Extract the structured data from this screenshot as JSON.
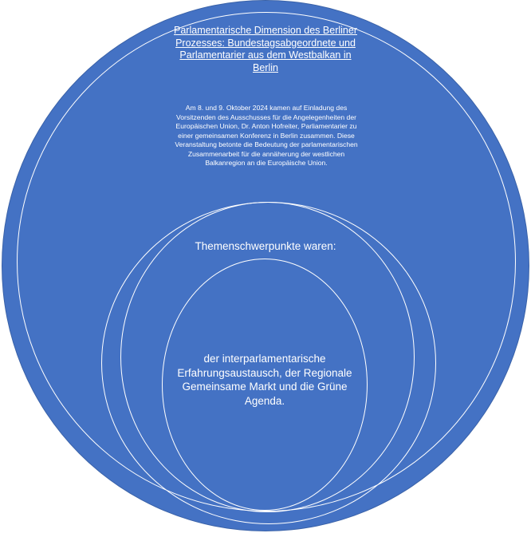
{
  "diagram": {
    "title": "Parlamentarische Dimension des Berliner Prozesses: Bundestagsabgeordnete und Parlamentarier aus dem Westbalkan in Berlin",
    "body": "Am 8. und 9. Oktober 2024 kamen auf Einladung des Vorsitzenden des Ausschusses für die Angelegenheiten der Europäischen Union, Dr. Anton Hofreiter, Parliamentarier zu einer gemeinsamen Konferenz in Berlin zusammen. Diese Veranstaltung betonte die Bedeutung der parlamentarischen Zusammenarbeit für die annäherung der westlichen Balkanregion an die Europäische Union.",
    "topics_heading": "Themenschwerpunkte waren:",
    "topics_text": "der interparlamentarische Erfahrungsaustausch, der Regionale Gemeinsame Markt und die Grüne Agenda."
  },
  "colors": {
    "circle_fill": "#4472C4",
    "ring_stroke": "#ffffff",
    "text": "#ffffff"
  }
}
